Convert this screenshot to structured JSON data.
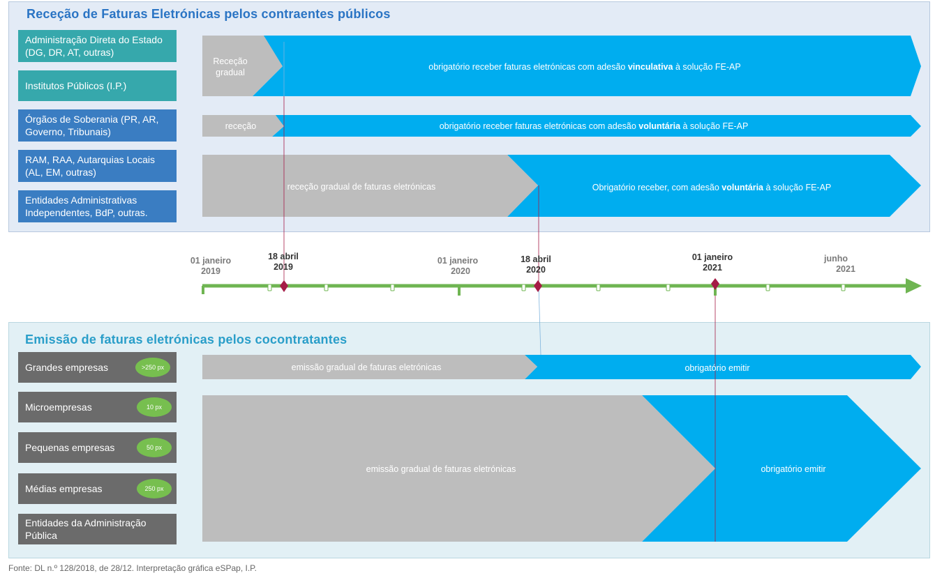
{
  "top": {
    "title": "Receção de Faturas Eletrónicas pelos contraentes públicos",
    "labels": [
      "Administração Direta do Estado (DG, DR, AT, outras)",
      "Institutos Públicos (I.P.)",
      "Órgãos de Soberania (PR, AR, Governo, Tribunais)",
      "RAM, RAA, Autarquias Locais (AL, EM, outras)",
      "Entidades Administrativas Independentes, BdP, outras."
    ],
    "bars": [
      {
        "gray": "Receção gradual",
        "blue_pre": "obrigatório receber faturas eletrónicas com adesão ",
        "blue_bold": "vinculativa",
        "blue_post": " à solução FE-AP"
      },
      {
        "gray": "receção",
        "blue_pre": "obrigatório receber faturas eletrónicas com adesão ",
        "blue_bold": "voluntária",
        "blue_post": " à solução FE-AP"
      },
      {
        "gray": "receção gradual de faturas eletrónicas",
        "blue_pre": "Obrigatório receber, com adesão ",
        "blue_bold": "voluntária",
        "blue_post": " à solução FE-AP"
      }
    ]
  },
  "timeline": {
    "dates": [
      {
        "day": "01 janeiro",
        "year": "2019"
      },
      {
        "day": "18 abril",
        "year": "2019"
      },
      {
        "day": "01 janeiro",
        "year": "2020"
      },
      {
        "day": "18 abril",
        "year": "2020"
      },
      {
        "day": "01 janeiro",
        "year": "2021"
      },
      {
        "day": "junho",
        "year": "2021"
      }
    ],
    "colors": {
      "line": "#6fb552",
      "milestone": "#a51c46"
    }
  },
  "bottom": {
    "title": "Emissão de faturas eletrónicas pelos cocontratantes",
    "labels": [
      {
        "text": "Grandes empresas",
        "badge": ">250 px"
      },
      {
        "text": "Microempresas",
        "badge": "10 px"
      },
      {
        "text": "Pequenas empresas",
        "badge": "50 px"
      },
      {
        "text": "Médias empresas",
        "badge": "250 px"
      },
      {
        "text": "Entidades da Administração Pública",
        "badge": ""
      }
    ],
    "bars": [
      {
        "gray": "emissão gradual de faturas eletrónicas",
        "blue": "obrigatório emitir"
      },
      {
        "gray": "emissão gradual de faturas eletrónicas",
        "blue": "obrigatório emitir"
      }
    ]
  },
  "source": "Fonte: DL n.º 128/2018, de 28/12. Interpretação gráfica eSPap, I.P.",
  "colors": {
    "gray_bar": "#bdbdbd",
    "blue_bar": "#00adef",
    "teal_label": "#36a8ac",
    "blue_label": "#3a7dc2",
    "gray_label": "#6b6b6b"
  }
}
